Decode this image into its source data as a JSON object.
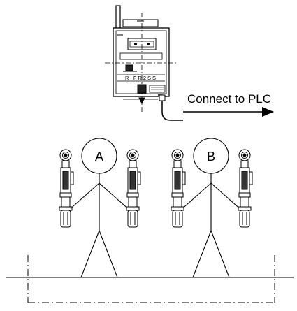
{
  "connection_label": "Connect to PLC",
  "receiver": {
    "panel_text": "R-FR2SS",
    "icon": "wireless-receiver-icon"
  },
  "operators": [
    {
      "label": "A",
      "icon": "stick-figure-icon",
      "tools": [
        "torque-wrench-icon",
        "torque-wrench-icon"
      ]
    },
    {
      "label": "B",
      "icon": "stick-figure-icon",
      "tools": [
        "torque-wrench-icon",
        "torque-wrench-icon"
      ]
    }
  ],
  "colors": {
    "line": "#000000",
    "background": "#ffffff"
  }
}
